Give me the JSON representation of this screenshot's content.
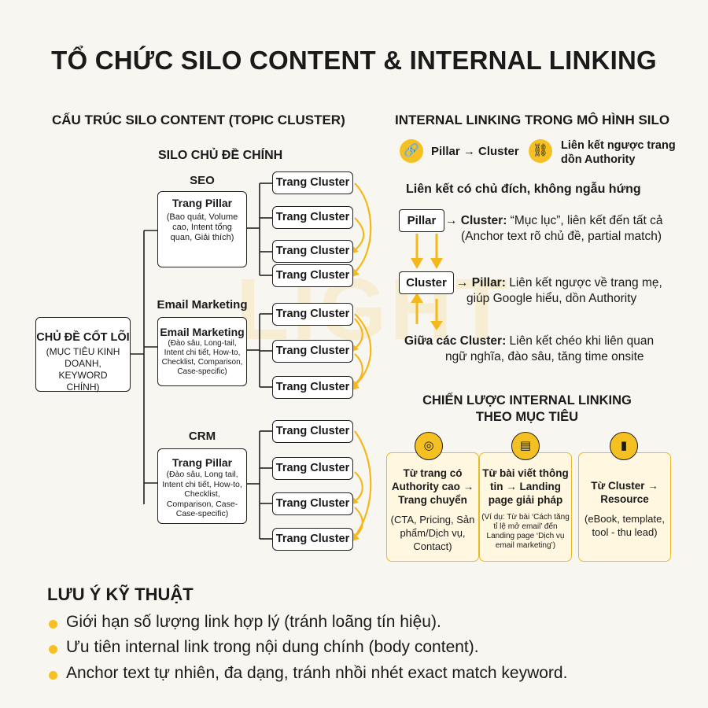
{
  "title": "TỔ CHỨC SILO CONTENT & INTERNAL LINKING",
  "left": {
    "heading": "CẤU TRÚC SILO CONTENT (TOPIC CLUSTER)",
    "subheading": "SILO CHỦ ĐỀ CHÍNH",
    "core": {
      "title": "CHỦ ĐỀ CỐT LÕI",
      "desc": "(MỤC TIÊU KINH DOANH, KEYWORD CHÍNH)"
    },
    "silos": [
      {
        "tag": "SEO",
        "pillar_title": "Trang Pillar",
        "pillar_desc": "(Bao quát, Volume cao, Intent tổng quan, Giải thích)"
      },
      {
        "tag": "Email Marketing",
        "pillar_title": "Email Marketing",
        "pillar_desc": "(Đào sâu, Long-tail, Intent chi tiết, How-to, Checklist, Comparison, Case-specific)"
      },
      {
        "tag": "CRM",
        "pillar_title": "Trang Pillar",
        "pillar_desc": "(Đào sâu, Long tail, Intent chi tiết, How-to, Checklist, Comparison, Case-Case-specific)"
      }
    ],
    "cluster_label": "Trang Cluster"
  },
  "right": {
    "heading": "INTERNAL LINKING TRONG MÔ HÌNH SILO",
    "legend": [
      {
        "icon": "link-icon",
        "label": "Pillar → Cluster"
      },
      {
        "icon": "broken-link-icon",
        "label": "Liên kết ngược trang dồn Authority"
      }
    ],
    "intent_heading": "Liên kết có chủ đích, không ngẫu hứng",
    "pillar_box": "Pillar",
    "cluster_box": "Cluster",
    "p2c_lead": "→ Cluster:",
    "p2c_text": " “Mục lục”, liên kết đến tất cả",
    "p2c_text2": "(Anchor text rõ chủ đề, partial match)",
    "c2p_lead": "→ Pillar:",
    "c2p_text": " Liên kết ngược về trang mẹ,",
    "c2p_text2": "giúp Google hiểu, dồn Authority",
    "cc_lead": "Giữa các Cluster:",
    "cc_text": " Liên kết chéo khi liên quan",
    "cc_text2": "ngữ nghĩa, đào sâu, tăng time onsite",
    "strategy_heading1": "CHIẾN LƯỢC INTERNAL LINKING",
    "strategy_heading2": "THEO MỤC TIÊU",
    "cards": [
      {
        "icon": "target-icon",
        "title": "Từ trang có Authority cao → Trang chuyển",
        "desc": "(CTA, Pricing, Sản phẩm/Dịch vụ, Contact)"
      },
      {
        "icon": "webpage-icon",
        "title": "Từ bài viết thông tin → Landing page giải pháp",
        "desc": "(Ví dụ: Từ bài ‘Cách tăng tỉ lệ mở email’ đến Landing page ‘Dịch vụ email marketing’)"
      },
      {
        "icon": "book-icon",
        "title": "Từ Cluster → Resource",
        "desc": "(eBook, template, tool - thu lead)"
      }
    ]
  },
  "notes": {
    "heading": "LƯU Ý KỸ THUẬT",
    "items": [
      "Giới hạn số lượng link hợp lý (tránh loãng tín hiệu).",
      "Ưu tiên internal link trong nội dung chính (body content).",
      "Anchor text tự nhiên, đa dạng, tránh nhồi nhét exact match keyword."
    ]
  },
  "watermark": "LIGHT",
  "colors": {
    "accent": "#f5c022",
    "line": "#222222",
    "card_bg": "#fff7e0"
  }
}
